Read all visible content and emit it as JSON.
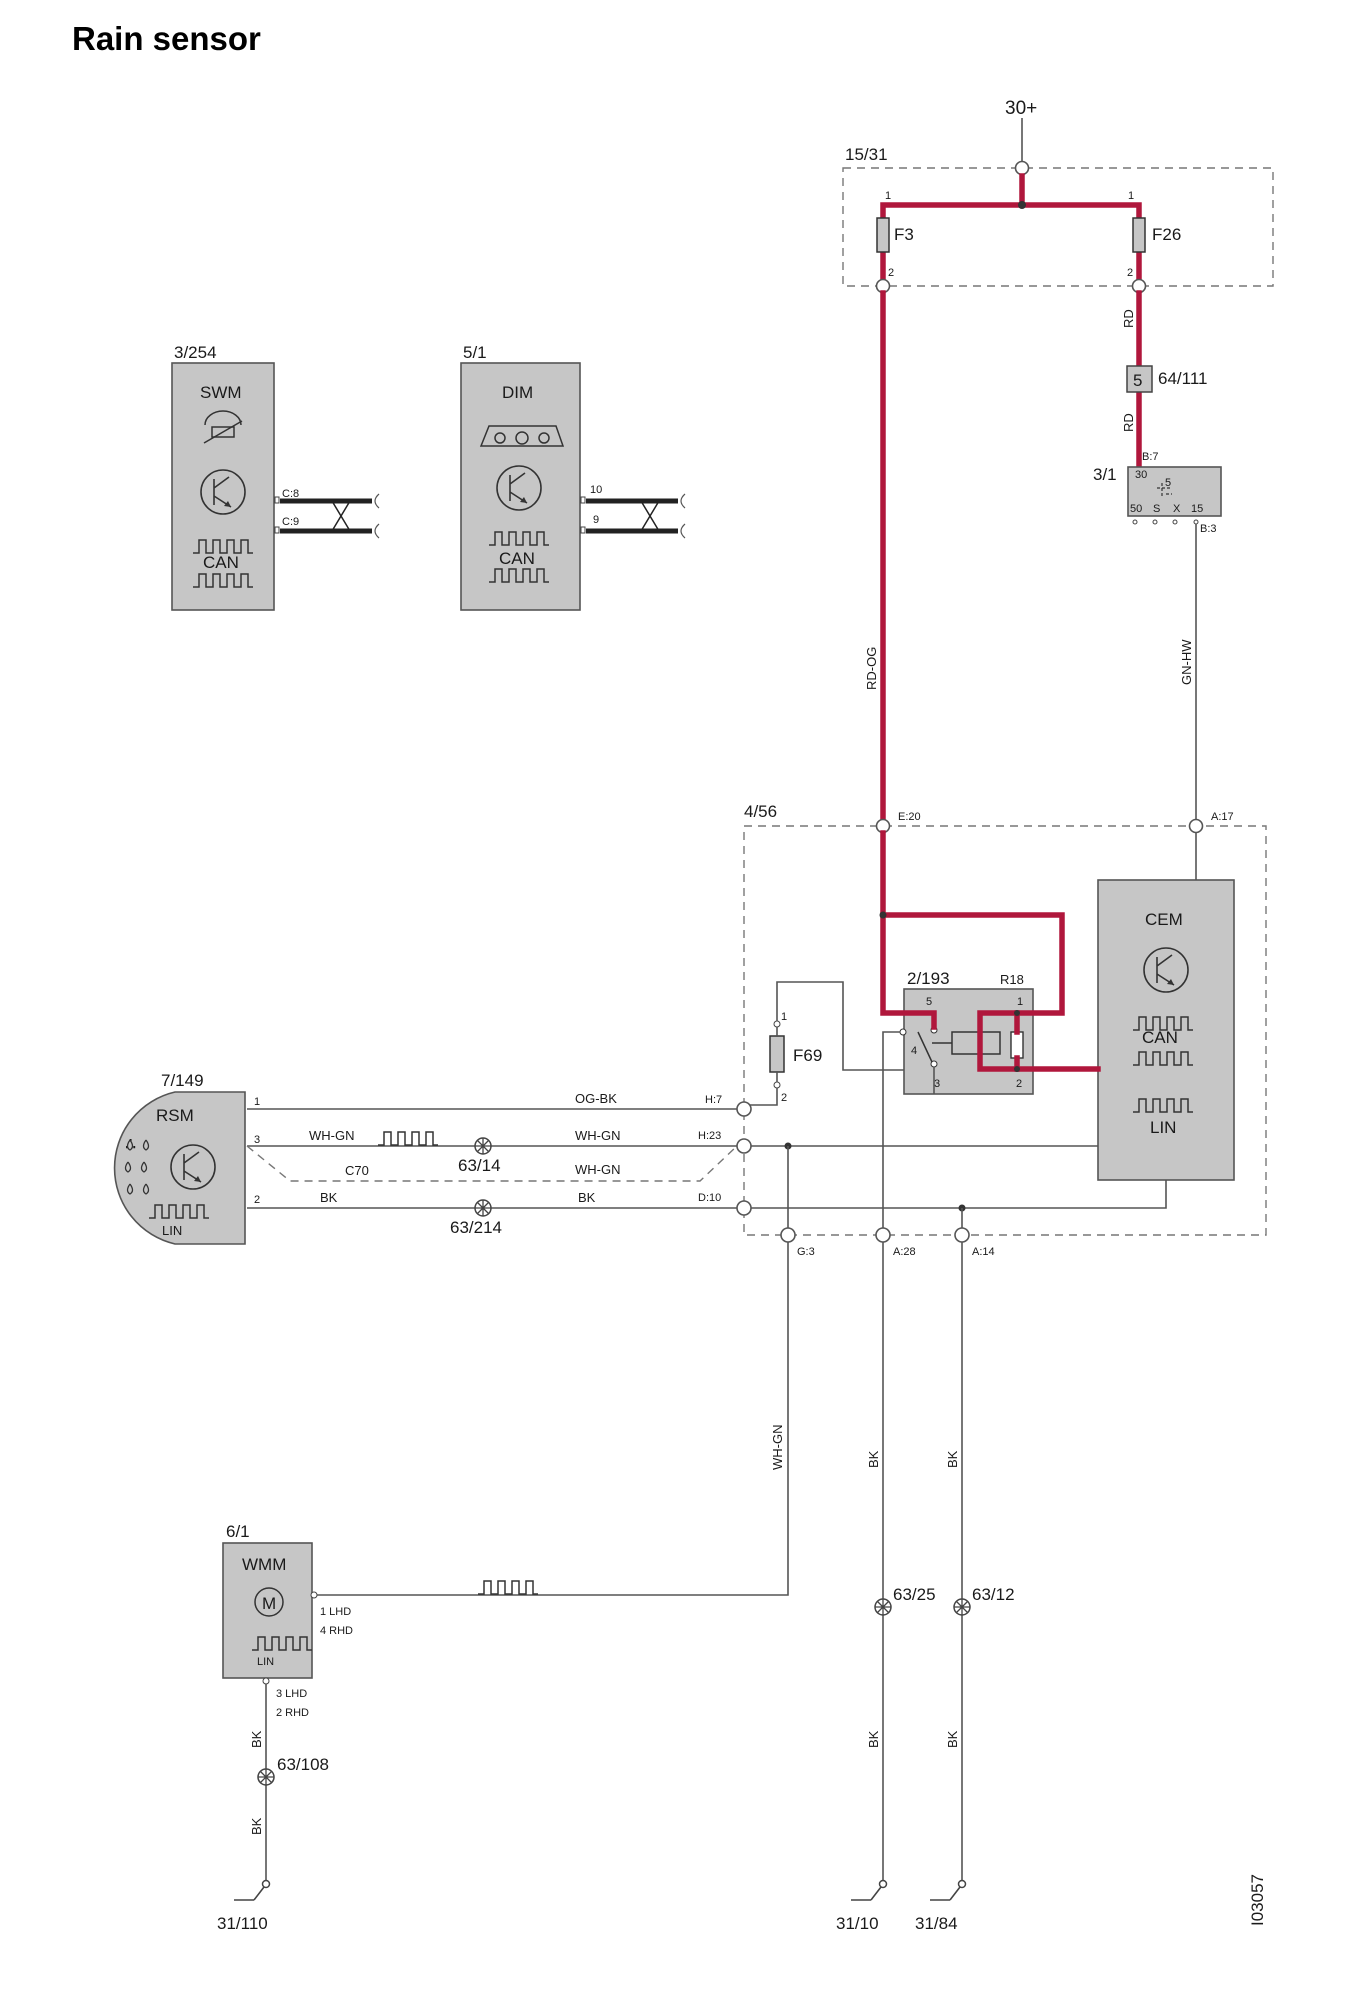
{
  "title": "Rain sensor",
  "figure_id": "I03057",
  "colors": {
    "power_wire": "#b0173c",
    "signal_wire": "#555555",
    "module_fill": "#c6c6c6",
    "frame": "#777777"
  },
  "icons": [
    "relay-coil-icon",
    "transistor-icon",
    "can-signal-icon",
    "lin-signal-icon",
    "motor-icon",
    "rain-drops-icon",
    "fuse-icon",
    "ground-icon",
    "splice-icon",
    "instrument-cluster-icon",
    "steering-switch-icon",
    "twisted-pair-icon"
  ],
  "supply": "30+",
  "fuse_box": {
    "id": "15/31",
    "fuse_left": "F3",
    "fuse_right": "F26",
    "pin_top": "1",
    "pin_bottom": "2"
  },
  "swm": {
    "id": "3/254",
    "name": "SWM",
    "can": "CAN",
    "pin_a": "C:8",
    "pin_b": "C:9"
  },
  "dim": {
    "id": "5/1",
    "name": "DIM",
    "can": "CAN",
    "pin_a": "10",
    "pin_b": "9"
  },
  "connector_64": {
    "id": "64/111",
    "pin": "5"
  },
  "ignition_switch": {
    "id": "3/1",
    "pin_in": "B:7",
    "pin_out": "B:3",
    "p30": "30",
    "p5": "5",
    "p50": "50",
    "pS": "S",
    "pX": "X",
    "p15": "15"
  },
  "cem_box": {
    "id": "4/56",
    "e20": "E:20",
    "a17": "A:17",
    "h7": "H:7",
    "h23": "H:23",
    "d10": "D:10",
    "g3": "G:3",
    "a28": "A:28",
    "a14": "A:14"
  },
  "cem": {
    "name": "CEM",
    "can": "CAN",
    "lin": "LIN"
  },
  "relay": {
    "id": "2/193",
    "label": "R18",
    "p1": "1",
    "p2": "2",
    "p3": "3",
    "p4": "4",
    "p5": "5"
  },
  "fuse_f69": {
    "label": "F69",
    "p1": "1",
    "p2": "2"
  },
  "rsm": {
    "id": "7/149",
    "name": "RSM",
    "lin": "LIN",
    "p1": "1",
    "p2": "2",
    "p3": "3"
  },
  "wmm": {
    "id": "6/1",
    "name": "WMM",
    "lin": "LIN",
    "motor": "M",
    "pin_sig_a": "1 LHD",
    "pin_sig_b": "4 RHD",
    "pin_gnd_a": "3 LHD",
    "pin_gnd_b": "2 RHD"
  },
  "wires": {
    "rd": "RD",
    "rd_og": "RD-OG",
    "gn_hw": "GN-HW",
    "og_bk": "OG-BK",
    "wh_gn": "WH-GN",
    "bk": "BK",
    "c70": "C70"
  },
  "splices": {
    "s63_14": "63/14",
    "s63_214": "63/214",
    "s63_25": "63/25",
    "s63_12": "63/12",
    "s63_108": "63/108"
  },
  "grounds": {
    "g31_110": "31/110",
    "g31_10": "31/10",
    "g31_84": "31/84"
  }
}
